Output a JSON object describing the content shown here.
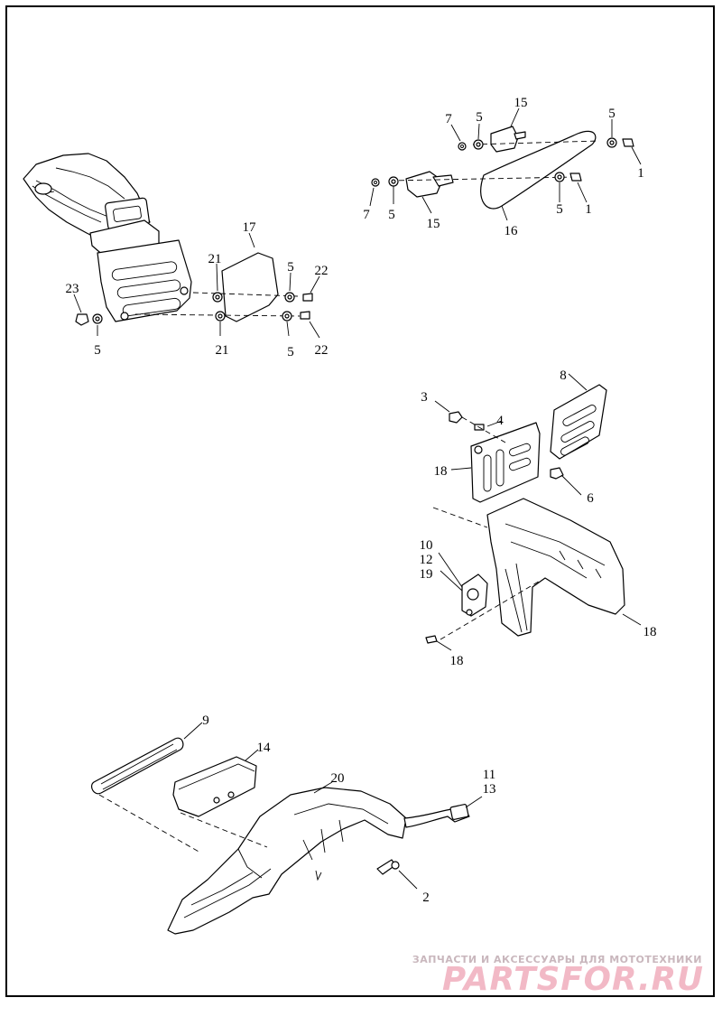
{
  "callouts": {
    "c1": "1",
    "c2": "2",
    "c3": "3",
    "c4": "4",
    "c5": "5",
    "c6": "6",
    "c7": "7",
    "c8": "8",
    "c9": "9",
    "c10": "10",
    "c11": "11",
    "c12": "12",
    "c13": "13",
    "c14": "14",
    "c15": "15",
    "c16": "16",
    "c17": "17",
    "c18": "18",
    "c19": "19",
    "c20": "20",
    "c21": "21",
    "c22": "22",
    "c23": "23"
  },
  "watermark": {
    "tagline": "ЗАПЧАСТИ И АКСЕССУАРЫ ДЛЯ МОТОТЕХНИКИ",
    "brand": "PARTSFOR.RU"
  }
}
